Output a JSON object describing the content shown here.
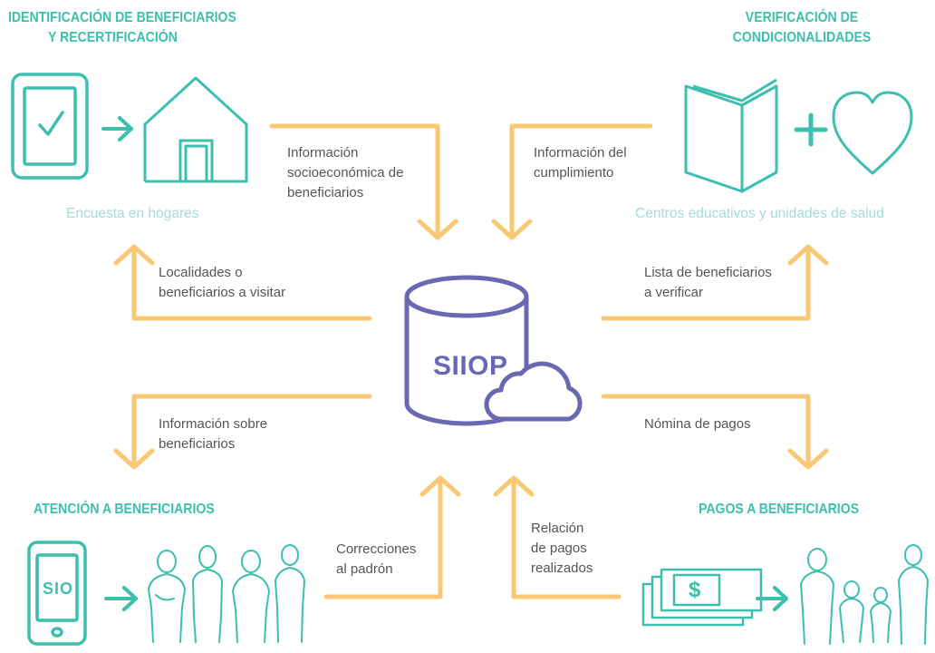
{
  "sections": {
    "identificacion": {
      "title_line1": "IDENTIFICACIÓN DE BENEFICIARIOS",
      "title_line2": "Y RECERTIFICACIÓN",
      "caption": "Encuesta en hogares"
    },
    "verificacion": {
      "title_line1": "VERIFICACIÓN DE",
      "title_line2": "CONDICIONALIDADES",
      "caption": "Centros educativos y unidades de salud"
    },
    "atencion": {
      "title": "ATENCIÓN A BENEFICIARIOS",
      "phone_text": "SIO"
    },
    "pagos": {
      "title": "PAGOS A BENEFICIARIOS",
      "bill_symbol": "$"
    }
  },
  "center": {
    "label": "SIIOP"
  },
  "flows": {
    "info_socioeconomica": "Información\nsocioeconómica de\nbeneficiarios",
    "info_cumplimiento": "Información del\ncumplimiento",
    "localidades": "Localidades o\nbeneficiarios a visitar",
    "lista_verificar": "Lista de beneficiarios\na verificar",
    "info_beneficiarios": "Información sobre\nbeneficiarios",
    "nomina": "Nómina de pagos",
    "correcciones": "Correcciones\nal padrón",
    "relacion_pagos": "Relación\nde pagos\nrealizados"
  },
  "colors": {
    "teal": "#3dbfae",
    "teal_light": "#a6dcd6",
    "arrow": "#f9c874",
    "db": "#6a67b3",
    "text": "#555555"
  },
  "icons": [
    "tablet-check-icon",
    "house-icon",
    "book-icon",
    "plus-icon",
    "heart-icon",
    "database-icon",
    "cloud-icon",
    "smartphone-icon",
    "family-group-icon",
    "banknotes-icon",
    "family-group-payments-icon"
  ]
}
